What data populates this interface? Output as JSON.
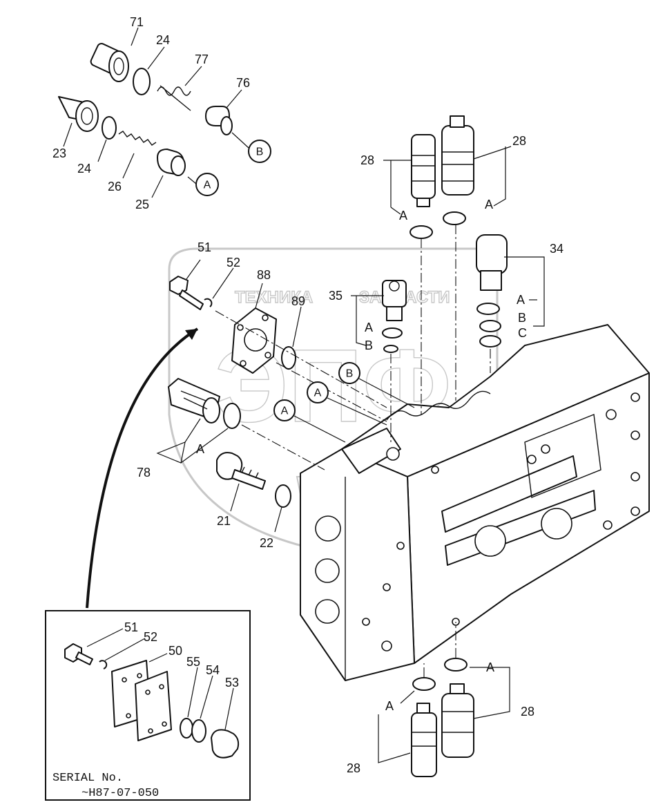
{
  "watermark": {
    "brand_left": "ТЕХНИКА",
    "brand_right": "ЗАПЧАСТИ",
    "logo_text": "ЭПФ"
  },
  "callouts": {
    "n71": "71",
    "n24a": "24",
    "n77": "77",
    "n76": "76",
    "n23": "23",
    "n24b": "24",
    "n26": "26",
    "n25": "25",
    "n28a": "28",
    "n28b": "28",
    "n34": "34",
    "n51": "51",
    "n52": "52",
    "n88": "88",
    "n89": "89",
    "n35": "35",
    "n78": "78",
    "n21": "21",
    "n22": "22",
    "n28c": "28",
    "n28d": "28",
    "inset_n51": "51",
    "inset_n52": "52",
    "inset_n50": "50",
    "inset_n55": "55",
    "inset_n54": "54",
    "inset_n53": "53"
  },
  "letters": {
    "A": "A",
    "B": "B",
    "C": "C"
  },
  "inset": {
    "serial_label": "SERIAL No.",
    "serial_range": "~H87-07-050"
  }
}
